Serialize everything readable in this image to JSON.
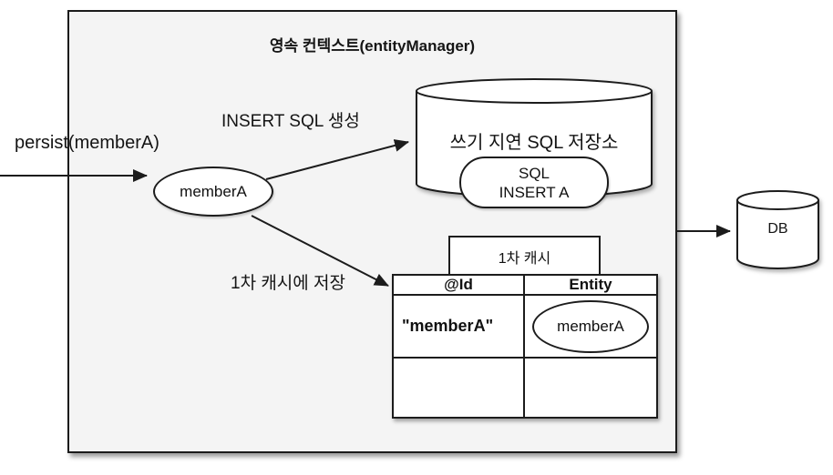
{
  "diagram": {
    "title": "영속 컨텍스트(entityManager)",
    "persist_label": "persist(memberA)",
    "member_entity": "memberA",
    "insert_sql_label": "INSERT SQL 생성",
    "cache_save_label": "1차 캐시에 저장",
    "sql_store": {
      "title": "쓰기 지연 SQL 저장소",
      "sql_line1": "SQL",
      "sql_line2": "INSERT A"
    },
    "first_cache": {
      "tab_label": "1차 캐시",
      "headers": [
        "@Id",
        "Entity"
      ],
      "rows": [
        {
          "id": "\"memberA\"",
          "entity": "memberA"
        }
      ]
    },
    "db_label": "DB",
    "colors": {
      "box_fill": "#f4f4f4",
      "stroke": "#1c1c1c",
      "shape_fill": "#ffffff"
    }
  }
}
